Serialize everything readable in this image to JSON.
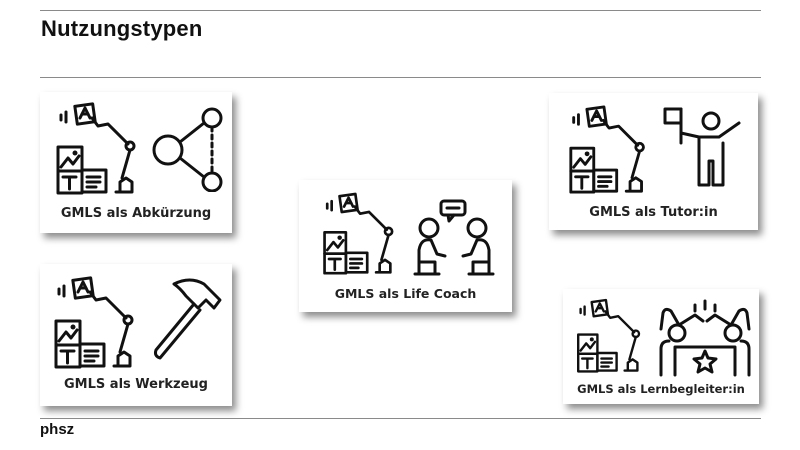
{
  "slide": {
    "title": "Nutzungstypen",
    "footer": "phsz"
  },
  "cards": [
    {
      "label": "GMLS als Abkürzung",
      "icon": "network-share-icon"
    },
    {
      "label": "GMLS als Life Coach",
      "icon": "conversation-icon"
    },
    {
      "label": "GMLS als Tutor:in",
      "icon": "teacher-icon"
    },
    {
      "label": "GMLS als Werkzeug",
      "icon": "hammer-icon"
    },
    {
      "label": "GMLS als Lernbegleiter:in",
      "icon": "high-five-icon"
    }
  ]
}
